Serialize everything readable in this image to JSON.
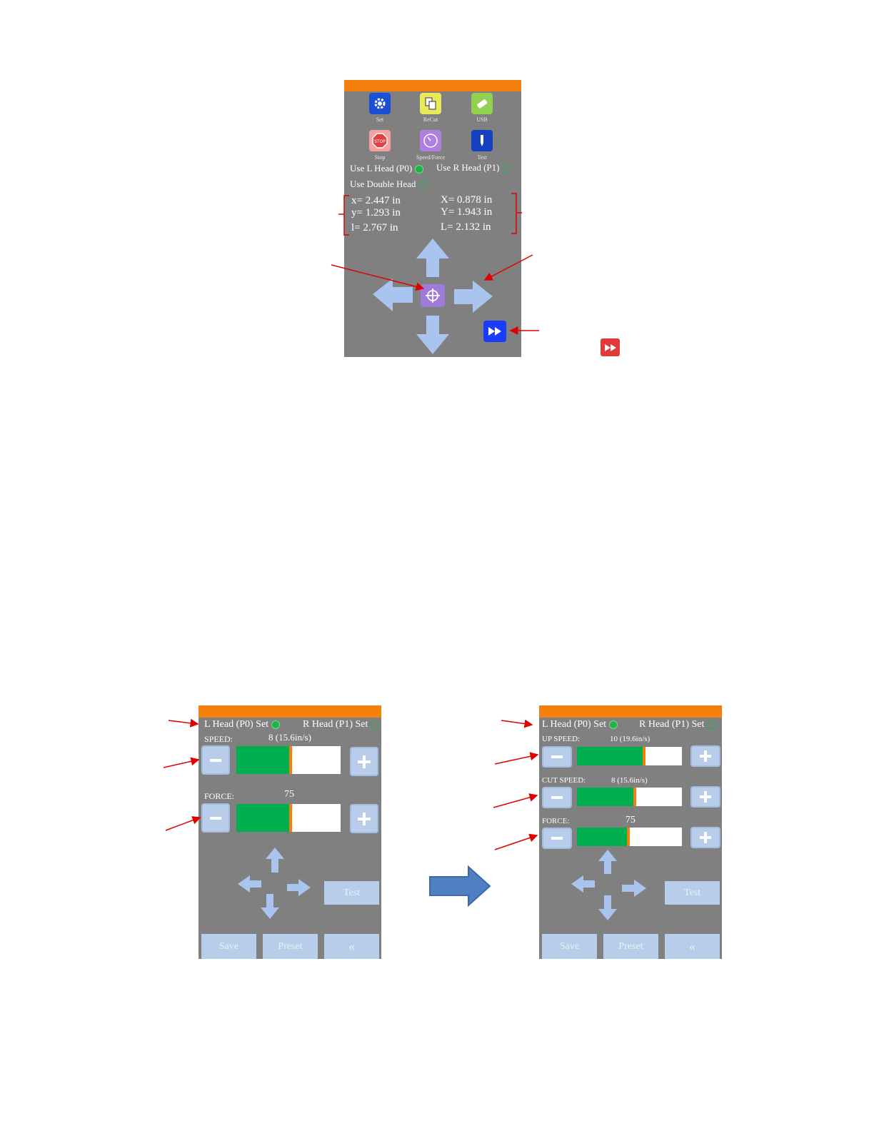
{
  "top_screen": {
    "icons": [
      {
        "label": "Set",
        "icon": "gear-icon",
        "color": "#1a4fd6"
      },
      {
        "label": "ReCut",
        "icon": "recut-icon",
        "color": "#e8e85a"
      },
      {
        "label": "USB",
        "icon": "usb-icon",
        "color": "#92d050"
      },
      {
        "label": "Stop",
        "icon": "stop-icon",
        "color": "#f4a0a0"
      },
      {
        "label": "Speed/Force",
        "icon": "gauge-icon",
        "color": "#b080e0"
      },
      {
        "label": "Test",
        "icon": "pen-icon",
        "color": "#1540c0"
      }
    ],
    "use_l_head": "Use L Head (P0)",
    "use_r_head": "Use R Head (P1)",
    "use_double_head": "Use Double Head",
    "coords_left": {
      "x": "x= 2.447 in",
      "y": "y= 1.293 in",
      "l": "l= 2.767 in"
    },
    "coords_right": {
      "x": "X= 0.878 in",
      "y": "Y= 1.943 in",
      "l": "L= 2.132 in"
    }
  },
  "left_screen": {
    "l_head": "L Head (P0) Set",
    "r_head": "R Head (P1) Set",
    "speed_label": "SPEED:",
    "speed_value": "8 (15.6in/s)",
    "speed_level": 0.52,
    "force_label": "FORCE:",
    "force_value": "75",
    "force_level": 0.52,
    "test": "Test",
    "save": "Save",
    "preset": "Preset",
    "back": "«"
  },
  "right_screen": {
    "l_head": "L Head (P0) Set",
    "r_head": "R Head (P1) Set",
    "up_speed_label": "UP SPEED:",
    "up_speed_value": "10 (19.6in/s)",
    "up_speed_level": 0.64,
    "cut_speed_label": "CUT SPEED:",
    "cut_speed_value": "8 (15.6in/s)",
    "cut_speed_level": 0.55,
    "force_label": "FORCE:",
    "force_value": "75",
    "force_level": 0.49,
    "test": "Test",
    "save": "Save",
    "preset": "Preset",
    "back": "«"
  },
  "colors": {
    "orange": "#f47f0c",
    "screen_gray": "#808080",
    "bar_green": "#00b050",
    "button_blue": "#b7cde9",
    "arrow_red": "#e00000"
  }
}
